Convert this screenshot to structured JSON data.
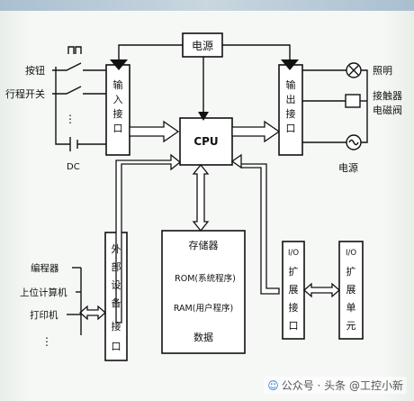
{
  "power_top": "电源",
  "cpu": "CPU",
  "input_interface": [
    "输",
    "入",
    "接",
    "口"
  ],
  "output_interface": [
    "输",
    "出",
    "接",
    "口"
  ],
  "inputs": {
    "button": "按钮",
    "travel_switch": "行程开关",
    "dc": "DC",
    "dots": "⋮"
  },
  "outputs": {
    "lighting": "照明",
    "contactor": "接触器",
    "solenoid_valve": "电磁阀",
    "power_bottom": "电源"
  },
  "memory": {
    "title": "存储器",
    "rom": "ROM(系统程序)",
    "ram": "RAM(用户程序)",
    "data": "数据"
  },
  "external_interface": [
    "外",
    "部",
    "设",
    "备",
    "接",
    "口"
  ],
  "peripherals": {
    "programmer": "编程器",
    "host_computer": "上位计算机",
    "printer": "打印机",
    "dots": "⋮"
  },
  "io_expansion_interface": {
    "top": "I/O",
    "chars": [
      "扩",
      "展",
      "接",
      "口"
    ]
  },
  "io_expansion_unit": {
    "top": "I/O",
    "chars": [
      "扩",
      "展",
      "单",
      "元"
    ]
  },
  "watermark": {
    "icon": "☺",
    "text": "公众号 · 头条 @工控小新"
  }
}
